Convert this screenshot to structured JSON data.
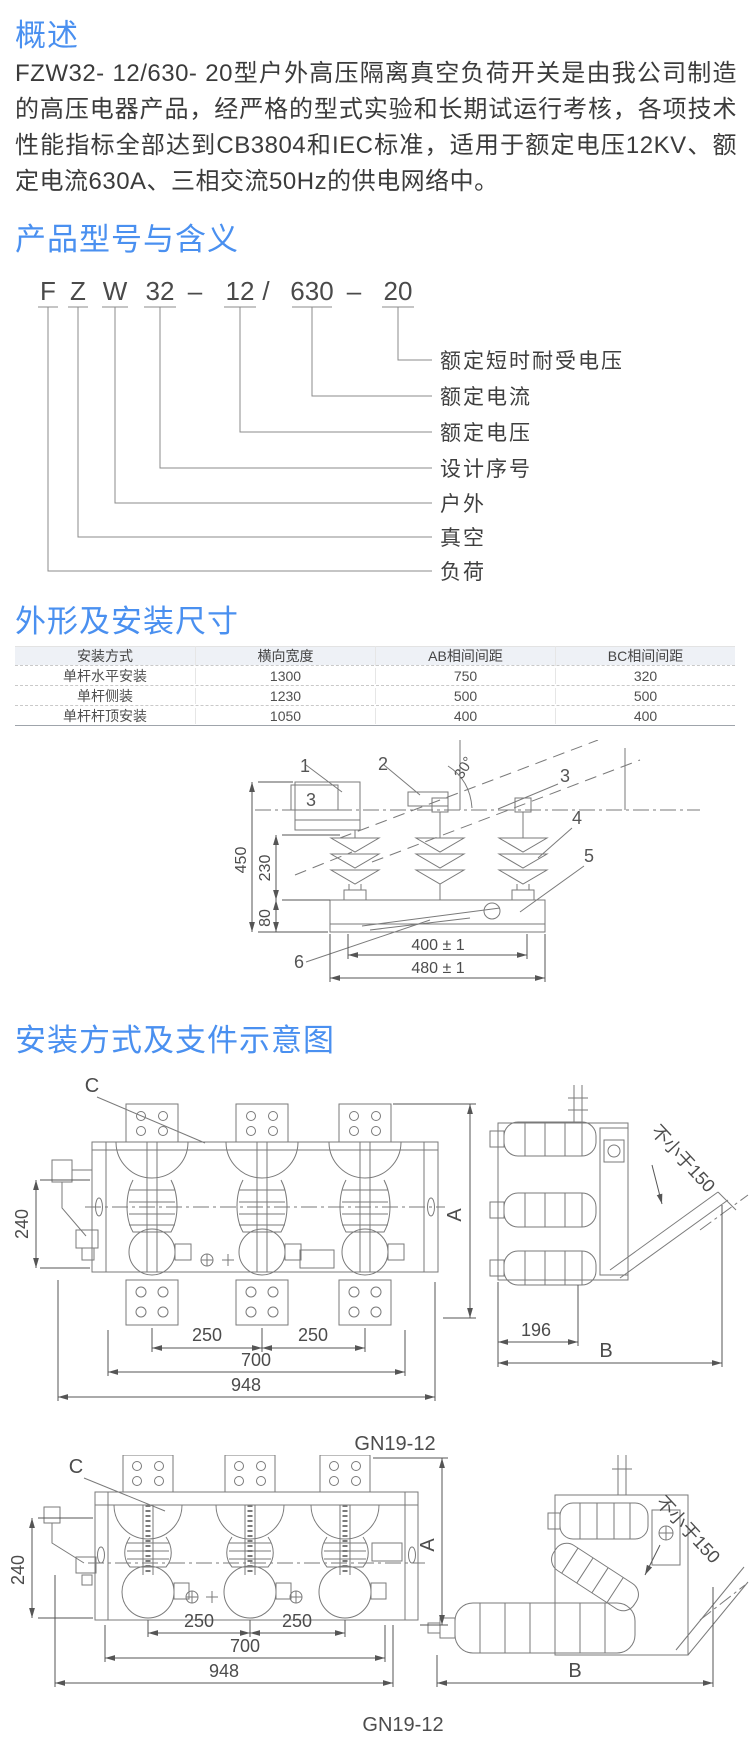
{
  "overview": {
    "heading": "概述",
    "body": "FZW32- 12/630- 20型户外高压隔离真空负荷开关是由我公司制造的高压电器产品，经严格的型式实验和长期试运行考核，各项技术性能指标全部达到CB3804和IEC标准，适用于额定电压12KV、额定电流630A、三相交流50Hz的供电网络中。"
  },
  "model_section": {
    "heading": "产品型号与含义",
    "tokens": [
      "F",
      "Z",
      "W",
      "32",
      "–",
      "12",
      "/",
      "630",
      "–",
      "20"
    ],
    "labels": [
      "额定短时耐受电压",
      "额定电流",
      "额定电压",
      "设计序号",
      "户外",
      "真空",
      "负荷"
    ]
  },
  "dimensions_section": {
    "heading": "外形及安装尺寸",
    "table": {
      "headers": [
        "安装方式",
        "横向宽度",
        "AB相间间距",
        "BC相间间距"
      ],
      "rows": [
        [
          "单杆水平安装",
          "1300",
          "750",
          "320"
        ],
        [
          "单杆侧装",
          "1230",
          "500",
          "500"
        ],
        [
          "单杆杆顶安装",
          "1050",
          "400",
          "400"
        ]
      ]
    },
    "figure": {
      "callout_1": "1",
      "callout_2": "2",
      "callout_3_box": "3",
      "callout_3": "3",
      "callout_4": "4",
      "callout_5": "5",
      "callout_6": "6",
      "angle": "30°",
      "dim_height": "450",
      "dim_insulator": "230",
      "dim_base": "80",
      "dim_inner": "400 ± 1",
      "dim_outer": "480 ± 1"
    }
  },
  "installation_section": {
    "heading": "安装方式及支件示意图",
    "fig1": {
      "label_c": "C",
      "dim_240": "240",
      "dim_a": "A",
      "dim_250a": "250",
      "dim_250b": "250",
      "dim_700": "700",
      "dim_948": "948",
      "dim_196": "196",
      "dim_b": "B",
      "note": "不小于150",
      "caption": "GN19-12"
    },
    "fig2": {
      "label_c": "C",
      "dim_240": "240",
      "dim_a": "A",
      "dim_250a": "250",
      "dim_250b": "250",
      "dim_700": "700",
      "dim_948": "948",
      "dim_b": "B",
      "note": "不小于150",
      "caption": "GN19-12"
    }
  }
}
